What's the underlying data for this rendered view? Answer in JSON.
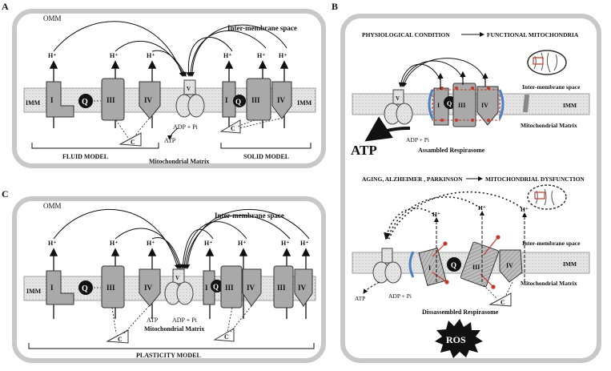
{
  "panels": {
    "A": {
      "letter": "A",
      "omm": "OMM",
      "ims": "Inter-membrane space",
      "imm": "IMM",
      "hplus": "H⁺",
      "complexes": {
        "I": "I",
        "Q": "Q",
        "III": "III",
        "IV": "IV",
        "V": "V",
        "C": "C"
      },
      "adp_pi": "ADP + Pi",
      "atp": "ATP",
      "fluid_model": "FLUID MODEL",
      "matrix": "Mitochondrial Matrix",
      "solid_model": "SOLID MODEL"
    },
    "B": {
      "letter": "B",
      "physiological": "PHYSIOLOGICAL CONDITION",
      "functional": "FUNCTIONAL MITOCHONDRIA",
      "ims": "Inter-membrane space",
      "imm": "IMM",
      "matrix": "Mitochondrial Matrix",
      "atp_big": "ATP",
      "adp_pi": "ADP + Pi",
      "assembled": "Assambled Respirasome",
      "aging": "AGING, ALZHEIMER , PARKINSON",
      "dysfunction": "MITOCHONDRIAL DYSFUNCTION",
      "atp": "ATP",
      "disassembled": "Dissassembled Respirasome",
      "ros": "ROS",
      "complexes": {
        "I": "I",
        "Q": "Q",
        "III": "III",
        "IV": "IV",
        "V": "V",
        "C": "C"
      },
      "hplus": "H⁺"
    },
    "C": {
      "letter": "C",
      "omm": "OMM",
      "ims": "Inter-membrane space",
      "imm": "IMM",
      "hplus": "H⁺",
      "complexes": {
        "I": "I",
        "Q": "Q",
        "III": "III",
        "IV": "IV",
        "V": "V",
        "C": "C"
      },
      "atp": "ATP",
      "adp_pi": "ADP + Pi",
      "matrix": "Mitochondrial Matrix",
      "plasticity_model": "PLASTICITY MODEL"
    }
  },
  "colors": {
    "frame": "#c8c8c8",
    "membrane": "#e6e6e6",
    "complex_fill": "#a9a9a9",
    "quinone": "#111111",
    "highlight_red": "#c0392b",
    "blue_accent": "#4a7fc1"
  }
}
